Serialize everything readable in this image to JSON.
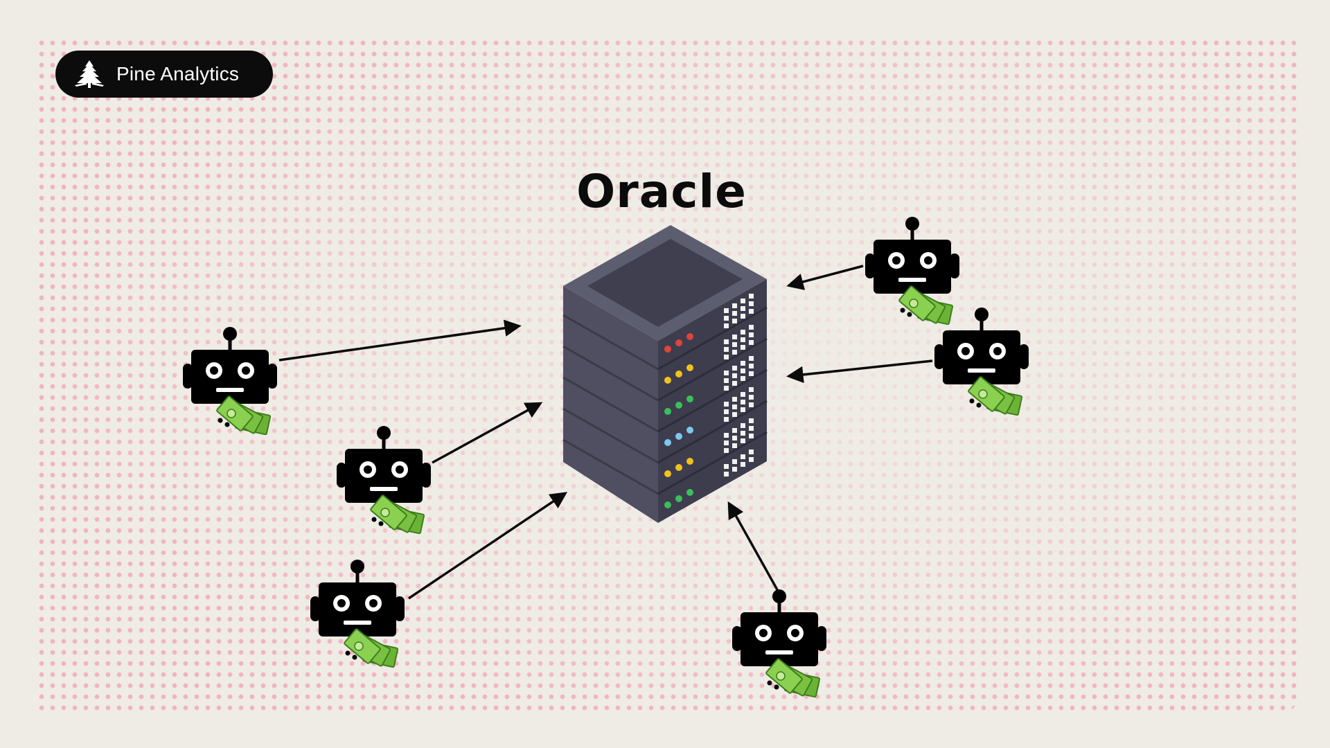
{
  "brand": {
    "name": "Pine Analytics",
    "logo_icon": "pine-tree-icon"
  },
  "diagram": {
    "title": "Oracle",
    "center_icon": "server-rack-icon",
    "agent_icon": "robot-with-money-icon",
    "agent_count": 6,
    "server_led_rows": [
      "red",
      "yellow",
      "green",
      "blue",
      "yellow",
      "green"
    ]
  },
  "colors": {
    "background": "#efebe5",
    "dot_pattern": "#f2a0b4",
    "server_body": "#4a4a5c",
    "money_green": "#7ac142",
    "ink": "#0b0b0b"
  }
}
